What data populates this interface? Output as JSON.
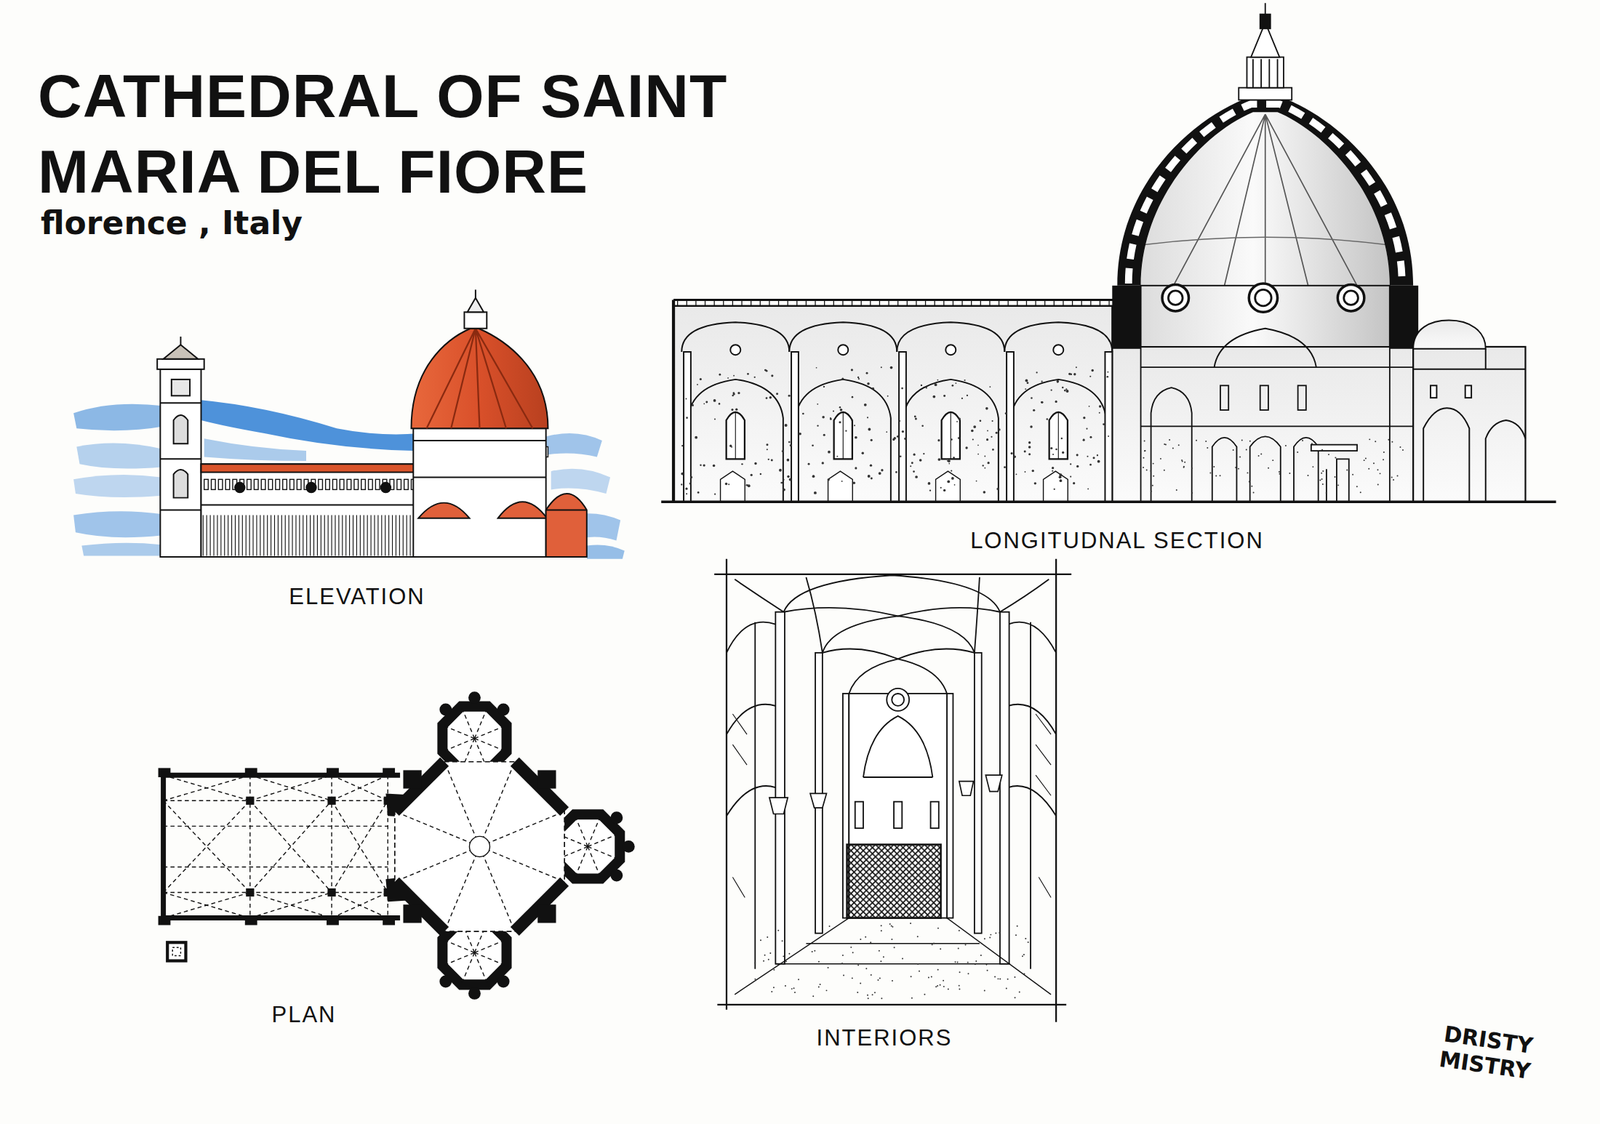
{
  "diagram": {
    "title": "CATHEDRAL OF SAINT MARIA DEL FIORE",
    "labels": [
      "florence , Italy",
      "ELEVATION",
      "LONGITUDNAL SECTION",
      "PLAN",
      "INTERIORS",
      "DRISTY MISTRY"
    ]
  }
}
